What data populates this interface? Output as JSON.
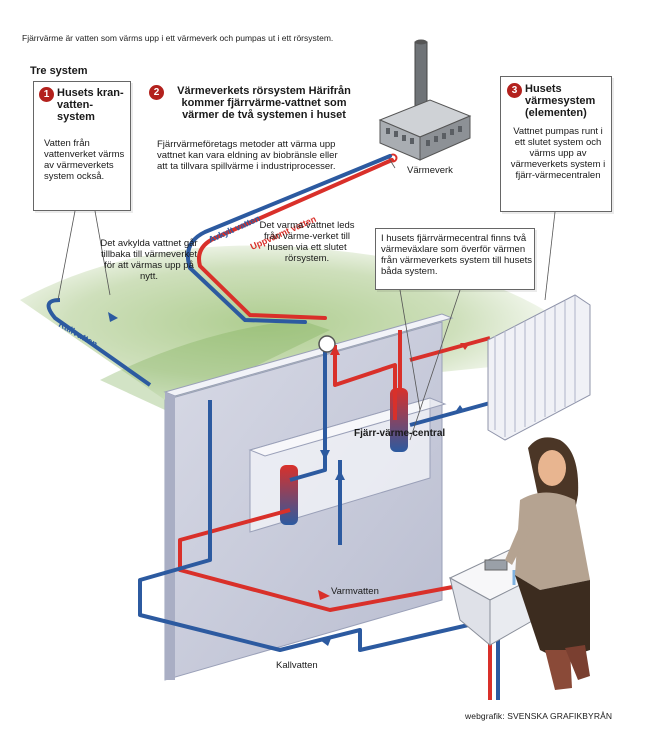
{
  "intro": "Fjärrvärme är vatten som värms upp i ett värmeverk och pumpas ut i ett rörsystem.",
  "section_title": "Tre system",
  "systems": [
    {
      "number": "1",
      "title": "Husets kran-vatten-system",
      "body": "Vatten från vattenverket värms av värmeverkets system också."
    },
    {
      "number": "2",
      "title": "Värmeverkets rörsystem Härifrån kommer fjärrvärme-vattnet som värmer de två systemen i huset",
      "body": "Fjärrvärmeföretags metoder att värma upp vattnet kan vara eldning av biobränsle eller att ta tillvara spillvärme i industriprocesser."
    },
    {
      "number": "3",
      "title": "Husets värmesystem (elementen)",
      "body": "Vattnet pumpas runt i ett slutet system och värms upp av värmeverkets system i fjärr-värmecentralen"
    }
  ],
  "central_note": "I husets fjärrvärmecentral finns två värmeväxlare som överför värmen från värmeverkets system till husets båda system.",
  "labels": {
    "plant": "Värmeverk",
    "cooled_pipe": "Avkylt vatten",
    "heated_pipe": "Uppvärmt vatten",
    "return_note": "Det avkylda vattnet går tillbaka till värmeverket för att värmas upp på nytt.",
    "warm_note": "Det varma vattnet leds från värme-verket till husen via ett slutet rörsystem.",
    "cold_pipe": "Kallvatten",
    "central": "Fjärr-värme-central",
    "hot_water": "Varmvatten",
    "cold_water": "Kallvatten"
  },
  "credit": "webgrafik: SVENSKA GRAFIKBYRÅN",
  "colors": {
    "hot": "#d9302a",
    "cold": "#2c5aa0",
    "badge": "#b3211d",
    "wall": "#c9ccdc",
    "ground": "#9fc27a"
  }
}
